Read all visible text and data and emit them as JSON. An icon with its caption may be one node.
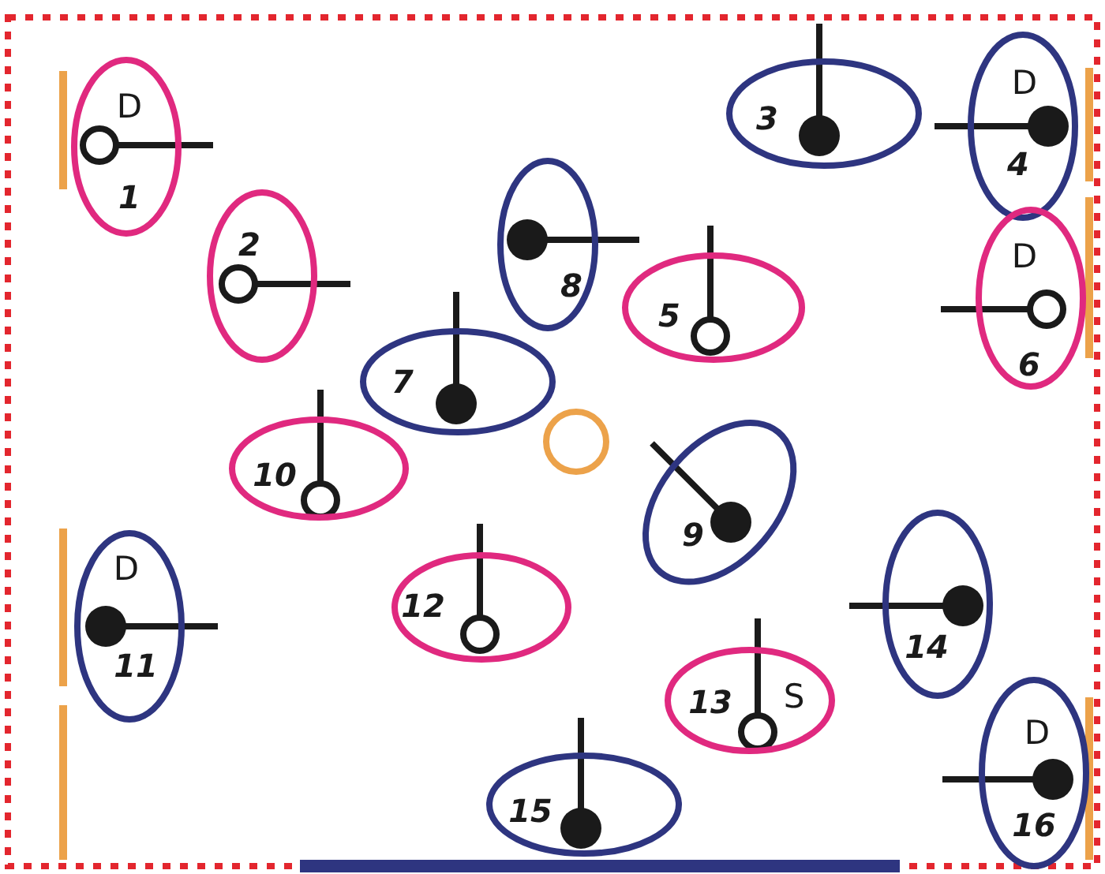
{
  "diagram": {
    "nodes": [
      {
        "text": [
          "D",
          "1"
        ]
      },
      {
        "text": [
          "2"
        ]
      },
      {
        "text": [
          "3"
        ]
      },
      {
        "text": [
          "D",
          "4"
        ]
      },
      {
        "text": [
          "5"
        ]
      },
      {
        "text": [
          "D",
          "6"
        ]
      },
      {
        "text": [
          "7"
        ]
      },
      {
        "text": [
          "8"
        ]
      },
      {
        "text": [
          "9"
        ]
      },
      {
        "text": [
          "10"
        ]
      },
      {
        "text": [
          "D",
          "11"
        ]
      },
      {
        "text": [
          "12"
        ]
      },
      {
        "text": [
          "13",
          "S"
        ]
      },
      {
        "text": [
          "14"
        ]
      },
      {
        "text": [
          "15"
        ]
      },
      {
        "text": [
          "D",
          "16"
        ]
      }
    ]
  }
}
